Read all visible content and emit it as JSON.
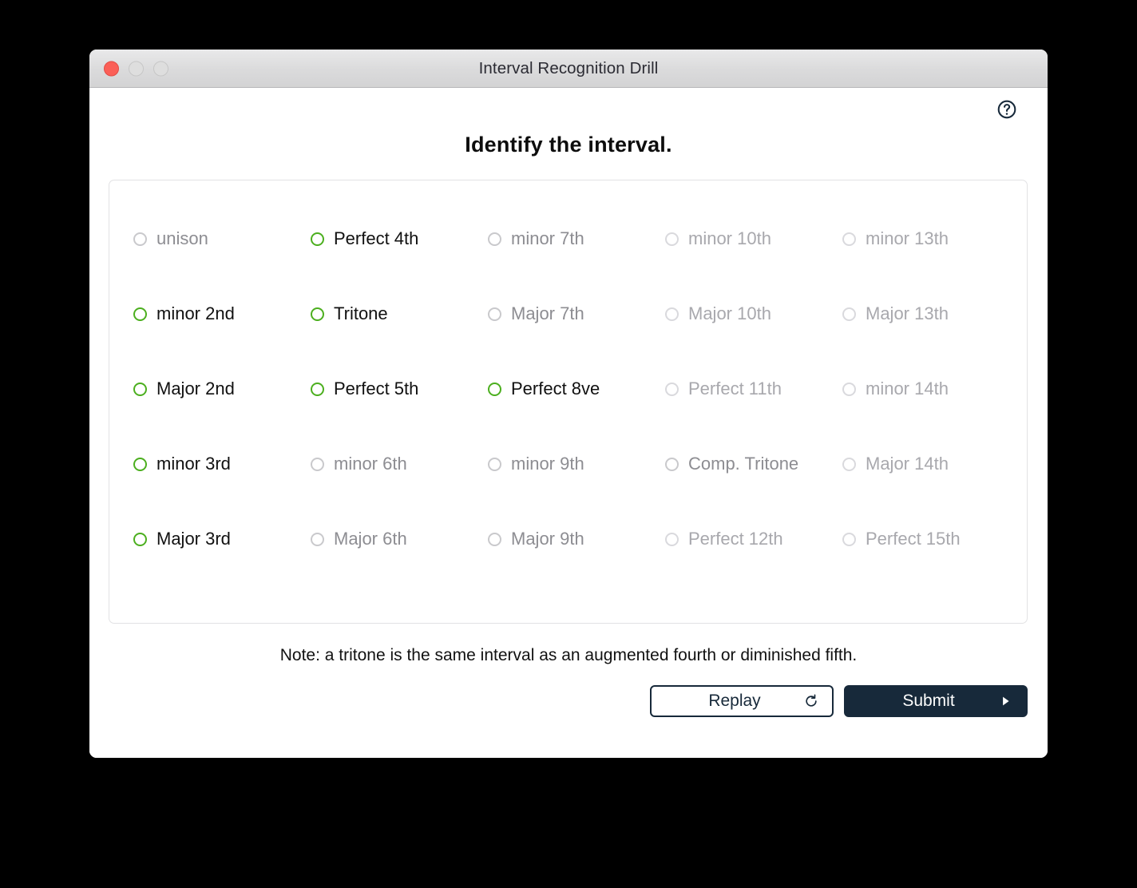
{
  "window": {
    "title": "Interval Recognition Drill",
    "traffic_lights": [
      {
        "name": "close-button",
        "color": "#fb5f57"
      },
      {
        "name": "minimize-button",
        "color": "#dedede"
      },
      {
        "name": "maximize-button",
        "color": "#dedede"
      }
    ]
  },
  "help": {
    "icon": "help-circle-icon",
    "label": "?"
  },
  "prompt": "Identify the interval.",
  "colors": {
    "enabled_radio": "#4caf1f",
    "enabled_text": "#111111",
    "disabled_radio": "#c9c9cc",
    "disabled_text": "#8d8d92",
    "dim_radio": "#d9d9dd",
    "dim_text": "#a8a8ad",
    "submit_bg": "#17293a",
    "panel_border": "#e2e2e4"
  },
  "options": [
    {
      "label": "unison",
      "state": "disabled",
      "selected": false
    },
    {
      "label": "Perfect 4th",
      "state": "enabled",
      "selected": false
    },
    {
      "label": "minor 7th",
      "state": "disabled",
      "selected": false
    },
    {
      "label": "minor 10th",
      "state": "dim",
      "selected": false
    },
    {
      "label": "minor 13th",
      "state": "dim",
      "selected": false
    },
    {
      "label": "minor 2nd",
      "state": "enabled",
      "selected": false
    },
    {
      "label": "Tritone",
      "state": "enabled",
      "selected": false
    },
    {
      "label": "Major 7th",
      "state": "disabled",
      "selected": false
    },
    {
      "label": "Major 10th",
      "state": "dim",
      "selected": false
    },
    {
      "label": "Major 13th",
      "state": "dim",
      "selected": false
    },
    {
      "label": "Major 2nd",
      "state": "enabled",
      "selected": false
    },
    {
      "label": "Perfect 5th",
      "state": "enabled",
      "selected": false
    },
    {
      "label": "Perfect 8ve",
      "state": "enabled",
      "selected": false
    },
    {
      "label": "Perfect 11th",
      "state": "dim",
      "selected": false
    },
    {
      "label": "minor 14th",
      "state": "dim",
      "selected": false
    },
    {
      "label": "minor 3rd",
      "state": "enabled",
      "selected": false
    },
    {
      "label": "minor 6th",
      "state": "disabled",
      "selected": false
    },
    {
      "label": "minor 9th",
      "state": "disabled",
      "selected": false
    },
    {
      "label": "Comp. Tritone",
      "state": "disabled",
      "selected": false
    },
    {
      "label": "Major 14th",
      "state": "dim",
      "selected": false
    },
    {
      "label": "Major 3rd",
      "state": "enabled",
      "selected": false
    },
    {
      "label": "Major 6th",
      "state": "disabled",
      "selected": false
    },
    {
      "label": "Major 9th",
      "state": "disabled",
      "selected": false
    },
    {
      "label": "Perfect 12th",
      "state": "dim",
      "selected": false
    },
    {
      "label": "Perfect 15th",
      "state": "dim",
      "selected": false
    }
  ],
  "note": "Note: a tritone is the same interval as an augmented fourth or diminished fifth.",
  "buttons": {
    "replay": {
      "label": "Replay",
      "icon": "refresh-icon"
    },
    "submit": {
      "label": "Submit",
      "icon": "play-triangle-icon"
    }
  }
}
